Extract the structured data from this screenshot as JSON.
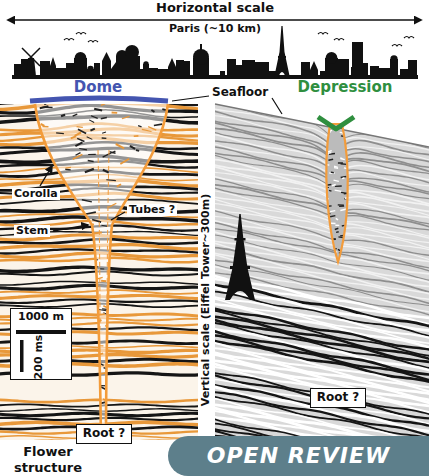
{
  "diagram": {
    "nodes": [
      {
        "text": [
          "1000 m",
          "200 ms"
        ]
      },
      {
        "text": [
          "Root ?"
        ]
      },
      {
        "text": [
          "Root ?"
        ]
      },
      {
        "text": [
          "OPEN REVIEW"
        ]
      }
    ],
    "labels": [
      "Horizontal scale",
      "Paris (~10 km)",
      "Dome",
      "Seafloor",
      "Depression",
      "Corolla",
      "Tubes ?",
      "Stem",
      "Vertical scale (Eiffel Tower~300m)",
      "Flower structure"
    ]
  }
}
